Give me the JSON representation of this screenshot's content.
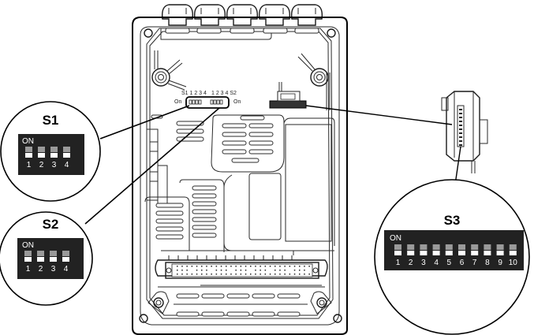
{
  "diagram": {
    "title": "Controller housing with DIP switch locations",
    "board_labels": {
      "s1_header": "S1 1 2 3 4",
      "s2_header": "1 2 3 4 S2",
      "on_left": "On",
      "on_right": "On"
    },
    "callouts": [
      {
        "id": "S1",
        "title": "S1",
        "on_label": "ON",
        "switches": [
          {
            "number": "1",
            "state": "off"
          },
          {
            "number": "2",
            "state": "off"
          },
          {
            "number": "3",
            "state": "off"
          },
          {
            "number": "4",
            "state": "off"
          }
        ]
      },
      {
        "id": "S2",
        "title": "S2",
        "on_label": "ON",
        "switches": [
          {
            "number": "1",
            "state": "off"
          },
          {
            "number": "2",
            "state": "off"
          },
          {
            "number": "3",
            "state": "off"
          },
          {
            "number": "4",
            "state": "off"
          }
        ]
      },
      {
        "id": "S3",
        "title": "S3",
        "on_label": "ON",
        "switches": [
          {
            "number": "1",
            "state": "off"
          },
          {
            "number": "2",
            "state": "off"
          },
          {
            "number": "3",
            "state": "off"
          },
          {
            "number": "4",
            "state": "off"
          },
          {
            "number": "5",
            "state": "off"
          },
          {
            "number": "6",
            "state": "off"
          },
          {
            "number": "7",
            "state": "off"
          },
          {
            "number": "8",
            "state": "off"
          },
          {
            "number": "9",
            "state": "off"
          },
          {
            "number": "10",
            "state": "off"
          }
        ]
      }
    ],
    "colors": {
      "line": "#1a1a1a",
      "switch_panel": "#222222",
      "switch_upper": "#9a9a9a",
      "switch_lower": "#ffffff",
      "text_on_panel": "#ffffff"
    }
  }
}
